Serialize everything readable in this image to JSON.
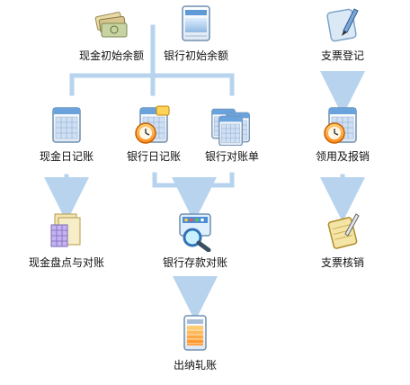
{
  "accent": "#b7d3ee",
  "nodes": {
    "cash_opening_balance": {
      "label": "现金初始余额",
      "icon": "cash-notes-icon"
    },
    "bank_opening_balance": {
      "label": "银行初始余额",
      "icon": "bank-form-icon"
    },
    "cheque_register": {
      "label": "支票登记",
      "icon": "cheque-pen-icon"
    },
    "cash_journal": {
      "label": "现金日记账",
      "icon": "calendar-icon"
    },
    "bank_journal": {
      "label": "银行日记账",
      "icon": "calendar-clock-icon"
    },
    "bank_reconciliation": {
      "label": "银行对账单",
      "icon": "calendar-stack-icon"
    },
    "cheque_claim_reimburse": {
      "label": "领用及报销",
      "icon": "calendar-clock-icon"
    },
    "cash_count_reconcile": {
      "label": "现金盘点与对账",
      "icon": "document-stack-icon"
    },
    "bank_deposit_reconcile": {
      "label": "银行存款对账",
      "icon": "magnifier-icon"
    },
    "cheque_writeoff": {
      "label": "支票核销",
      "icon": "notepad-pen-icon"
    },
    "cashier_ledger": {
      "label": "出纳轧账",
      "icon": "ledger-icon"
    }
  }
}
